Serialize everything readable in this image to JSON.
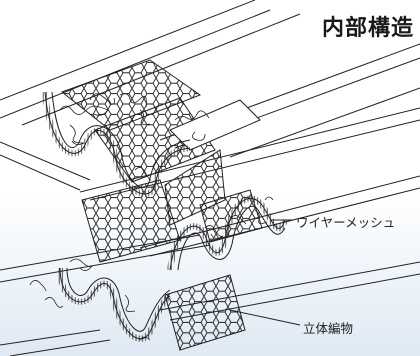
{
  "title": "内部構造",
  "labels": {
    "wire_mesh": "ワイヤーメッシュ",
    "spacer_fabric": "立体編物"
  }
}
